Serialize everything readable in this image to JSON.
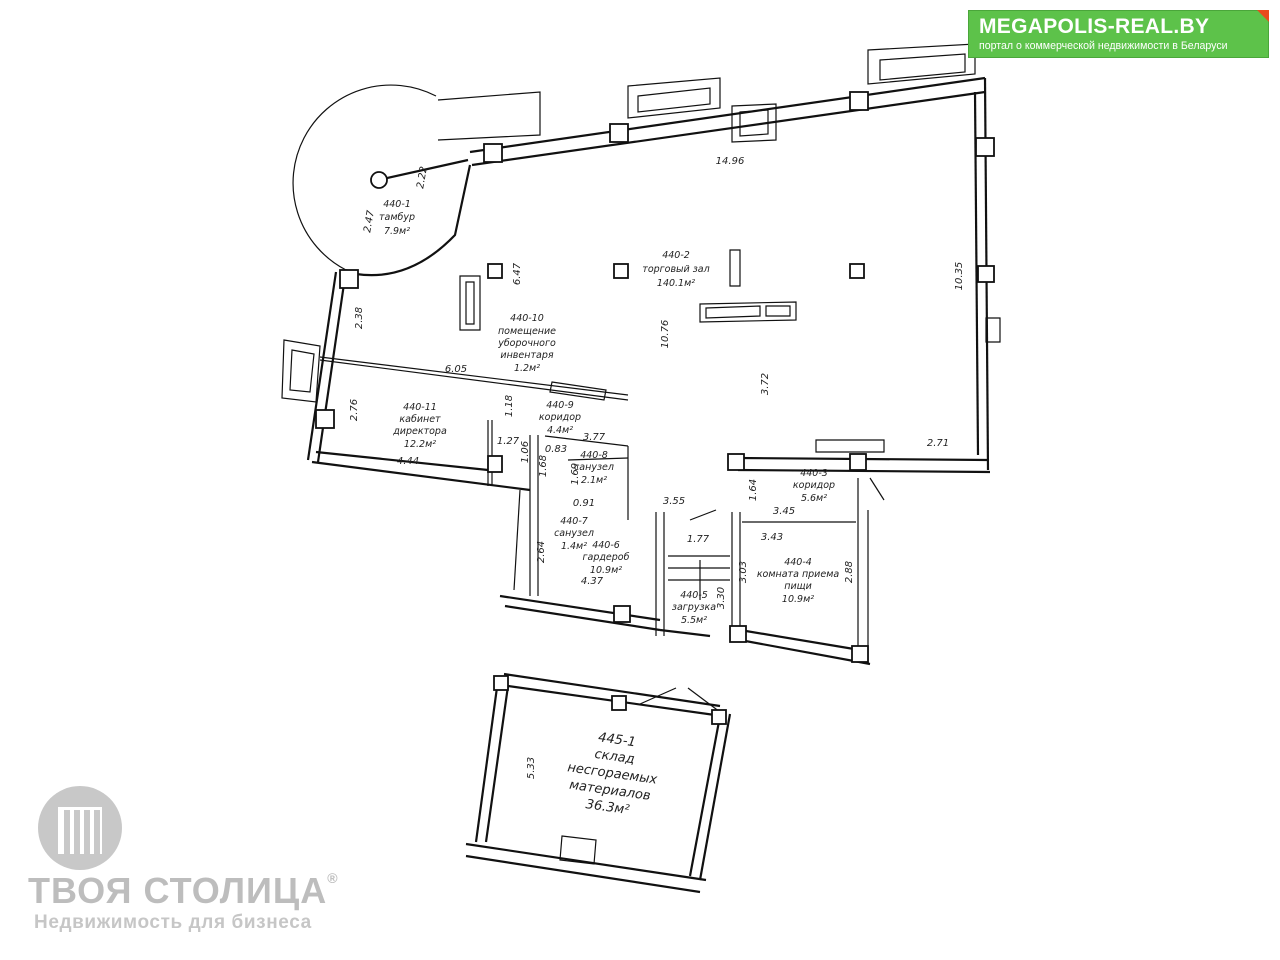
{
  "banner": {
    "title": "MEGAPOLIS-REAL.BY",
    "subtitle": "портал о коммерческой недвижимости в Беларуси",
    "bg_color": "#5dc24a",
    "corner_color": "#e94b1d"
  },
  "brand": {
    "name": "ТВОЯ СТОЛИЦА",
    "registered": "®",
    "tagline": "Недвижимость для бизнеса",
    "color": "#bdbdbd",
    "logo_icon": "building-logo-icon"
  },
  "rooms": [
    {
      "id": "440-1",
      "name": "тамбур",
      "area": "7.9м²"
    },
    {
      "id": "440-2",
      "name": "торговый зал",
      "area": "140.1м²"
    },
    {
      "id": "440-10",
      "name_lines": [
        "помещение",
        "уборочного",
        "инвентаря"
      ],
      "area": "1.2м²"
    },
    {
      "id": "440-11",
      "name_lines": [
        "кабинет",
        "директора"
      ],
      "area": "12.2м²"
    },
    {
      "id": "440-9",
      "name": "коридор",
      "area": "4.4м²"
    },
    {
      "id": "440-8",
      "name": "санузел",
      "area": "2.1м²"
    },
    {
      "id": "440-7",
      "name": "санузел",
      "area": "1.4м²"
    },
    {
      "id": "440-6",
      "name": "гардероб",
      "area": "10.9м²"
    },
    {
      "id": "440-5",
      "name": "загрузка",
      "area": "5.5м²"
    },
    {
      "id": "440-4",
      "name_lines": [
        "комната приема",
        "пищи"
      ],
      "area": "10.9м²"
    },
    {
      "id": "440-3",
      "name": "коридор",
      "area": "5.6м²"
    },
    {
      "id": "445-1",
      "name_lines": [
        "склад",
        "несгораемых",
        "материалов"
      ],
      "area": "36.3м²"
    }
  ],
  "dimensions": [
    "2.22",
    "2.47",
    "14.96",
    "10.35",
    "6.47",
    "2.38",
    "10.76",
    "3.72",
    "6.05",
    "2.76",
    "1.18",
    "1.27",
    "1.06",
    "0.83",
    "3.77",
    "1.69",
    "1.68",
    "0.91",
    "4.44",
    "2.71",
    "1.64",
    "3.55",
    "1.77",
    "3.45",
    "3.43",
    "2.64",
    "4.37",
    "3.03",
    "2.88",
    "3.30",
    "5.33"
  ]
}
